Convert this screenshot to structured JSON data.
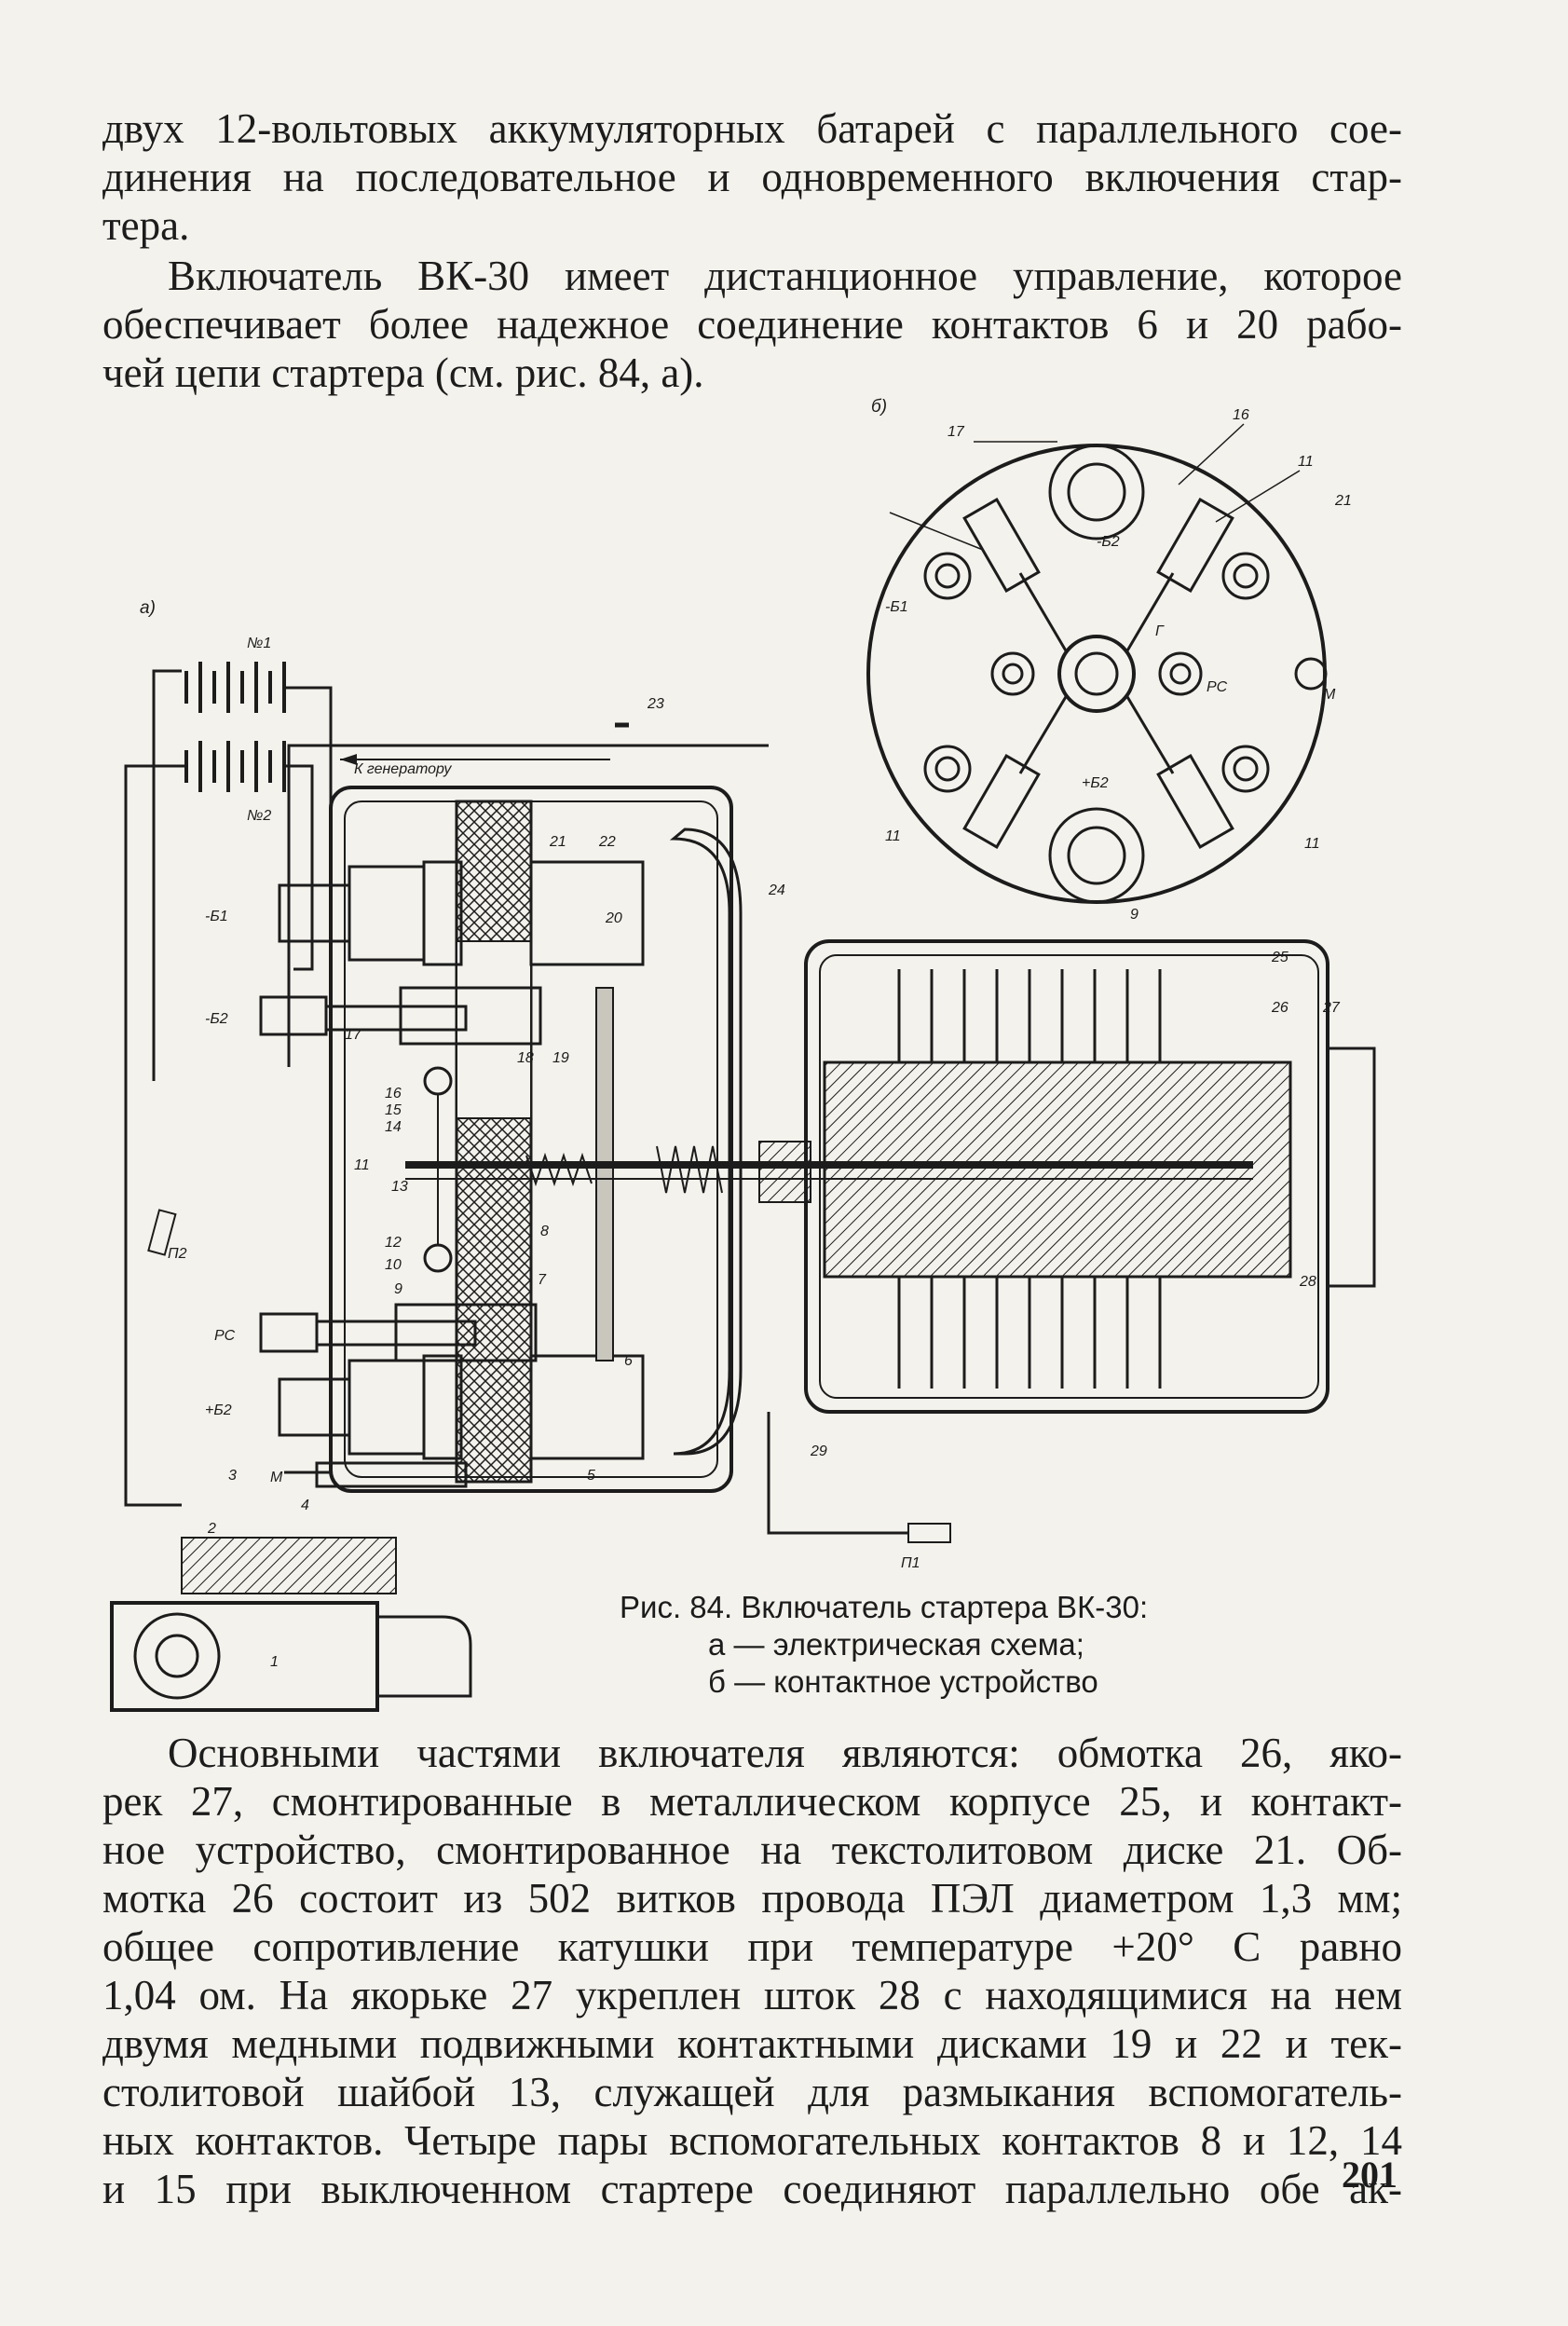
{
  "paragraph1": {
    "lines": [
      "двух 12-вольтовых аккумуляторных батарей с параллельного сое-",
      "динения на последовательное и одновременного включения стар-",
      "тера."
    ]
  },
  "paragraph2": {
    "lines": [
      "Включатель ВК-30 имеет дистанционное управление, которое",
      "обеспечивает более надежное соединение контактов 6 и 20 рабо-",
      "чей цепи стартера (см. рис. 84, а)."
    ]
  },
  "figure": {
    "panel_a_label": "а)",
    "panel_b_label": "б)",
    "battery_1": "№1",
    "battery_2": "№2",
    "generator_label": "К генератору",
    "terminal_b1": "-Б1",
    "terminal_b2_minus": "-Б2",
    "terminal_rs": "РС",
    "terminal_b2_plus": "+Б2",
    "terminal_m": "М",
    "fuse_p2": "П2",
    "fuse_p1": "П1",
    "starter_number": "1",
    "callouts_a": [
      "21",
      "22",
      "20",
      "18",
      "19",
      "17",
      "16",
      "15",
      "14",
      "11",
      "13",
      "12",
      "10",
      "9",
      "8",
      "7",
      "6",
      "5",
      "3",
      "2",
      "4",
      "23",
      "24",
      "25",
      "26",
      "27",
      "28",
      "29"
    ],
    "callouts_b": [
      "17",
      "16",
      "11",
      "21",
      "-Б1",
      "РС",
      "М",
      "+Б2",
      "11",
      "11",
      "9",
      "-Б2",
      "Г"
    ]
  },
  "caption": {
    "title": "Рис. 84. Включатель стартера ВК-30:",
    "line_a": "а — электрическая схема;",
    "line_b": "б — контактное устройство"
  },
  "paragraph3": {
    "lines": [
      "Основными частями включателя являются: обмотка 26, яко-",
      "рек 27, смонтированные в металлическом корпусе 25, и контакт-",
      "ное устройство, смонтированное на текстолитовом диске 21. Об-",
      "мотка 26 состоит из 502 витков провода ПЭЛ диаметром 1,3 мм;",
      "общее сопротивление катушки при температуре +20° С равно",
      "1,04 ом. На якорьке 27 укреплен шток 28 с находящимися на нем",
      "двумя медными подвижными контактными дисками 19 и 22 и тек-",
      "столитовой шайбой 13, служащей для размыкания вспомогатель-",
      "ных контактов. Четыре пары вспомогательных контактов 8 и 12, 14",
      "и 15 при выключенном стартере соединяют параллельно обе ак-"
    ]
  },
  "page_number": "201"
}
